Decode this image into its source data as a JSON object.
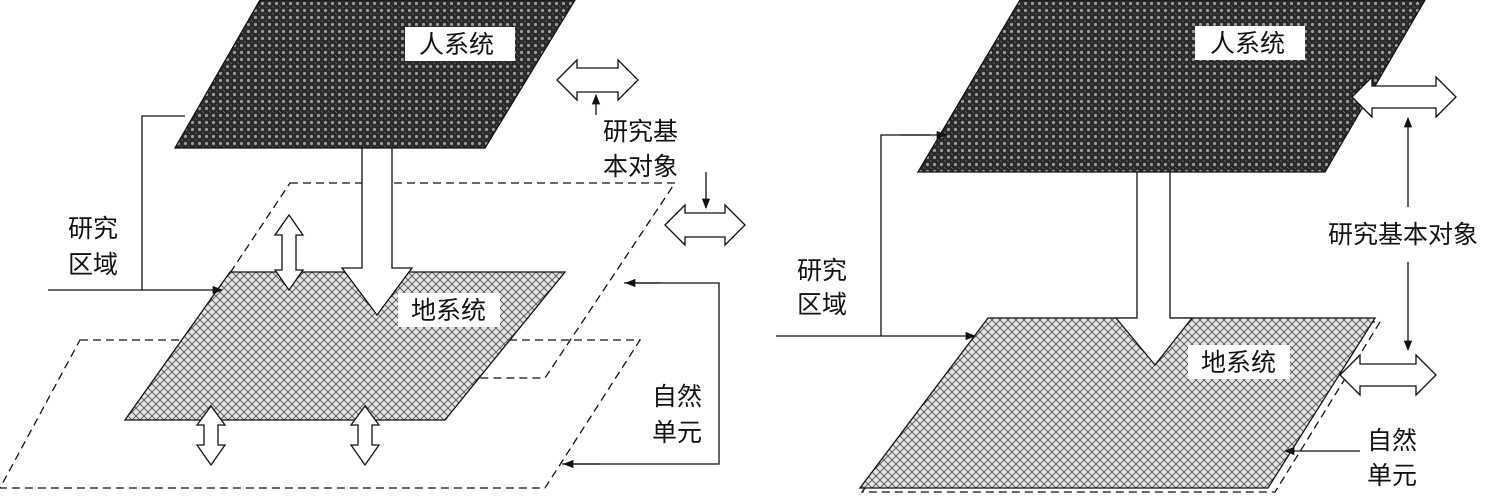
{
  "left_panel": {
    "human_system": "人系统",
    "earth_system": "地系统",
    "research_object_line1": "研究基",
    "research_object_line2": "本对象",
    "research_area_line1": "研究",
    "research_area_line2": "区域",
    "natural_unit_line1": "自然",
    "natural_unit_line2": "单元"
  },
  "right_panel": {
    "human_system": "人系统",
    "earth_system": "地系统",
    "research_object": "研究基本对象",
    "research_area_line1": "研究",
    "research_area_line2": "区域",
    "natural_unit_line1": "自然",
    "natural_unit_line2": "单元"
  },
  "colors": {
    "line": "#111111",
    "human_fill": "#3a3a3a",
    "earth_fill": "#d9d9d9",
    "background": "#ffffff"
  }
}
